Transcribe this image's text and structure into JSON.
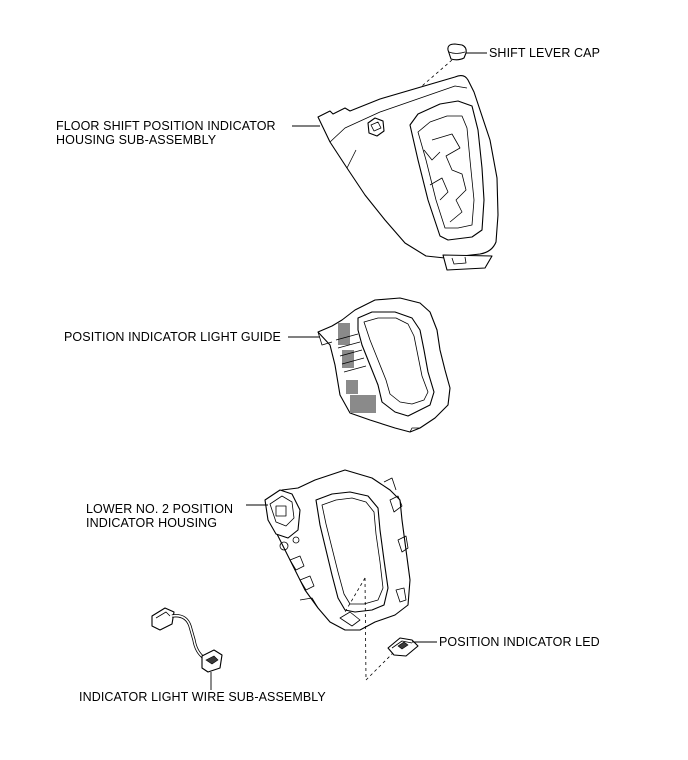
{
  "labels": {
    "shift_lever_cap": "SHIFT LEVER CAP",
    "housing_line1": "FLOOR SHIFT POSITION INDICATOR",
    "housing_line2": "HOUSING SUB-ASSEMBLY",
    "light_guide": "POSITION INDICATOR LIGHT GUIDE",
    "lower_line1": "LOWER NO. 2 POSITION",
    "lower_line2": "INDICATOR HOUSING",
    "led": "POSITION INDICATOR LED",
    "wire": "INDICATOR LIGHT WIRE SUB-ASSEMBLY"
  }
}
